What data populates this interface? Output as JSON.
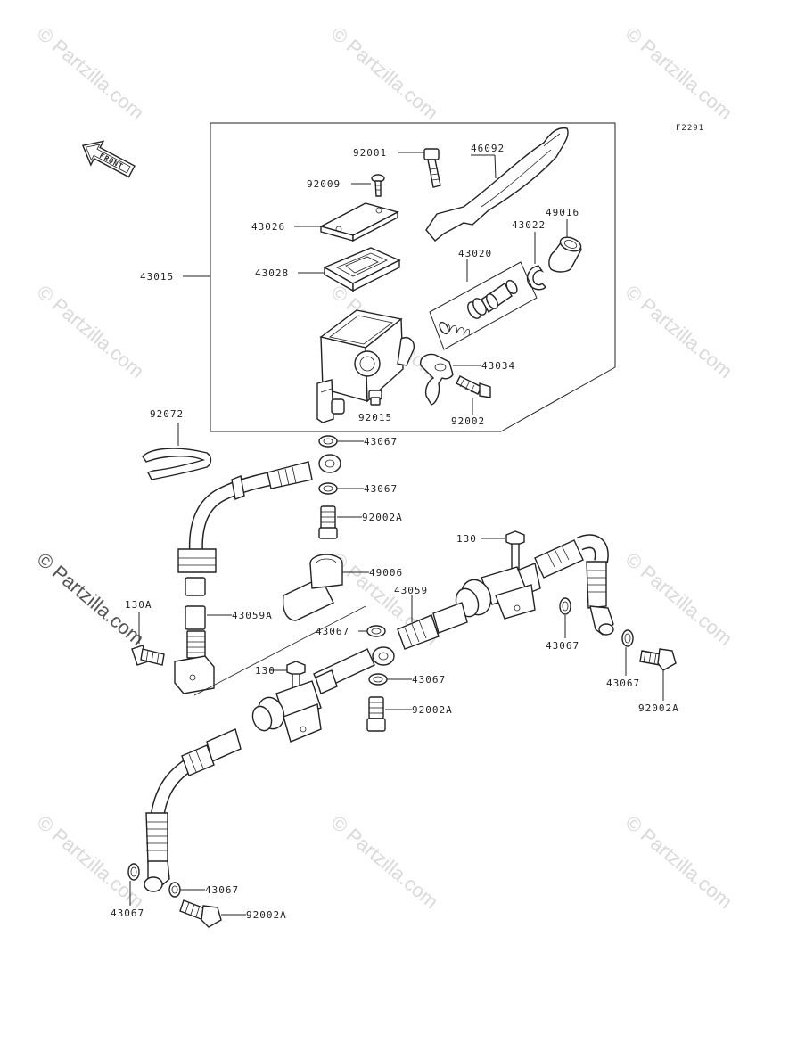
{
  "watermarks": [
    "© Partzilla.com"
  ],
  "diagram_code": "F2291",
  "front_label": "FRONT",
  "labels": {
    "l92001": "92001",
    "l46092": "46092",
    "l92009": "92009",
    "l43026": "43026",
    "l43022": "43022",
    "l49016": "49016",
    "l43015": "43015",
    "l43028": "43028",
    "l43020": "43020",
    "l43034": "43034",
    "l92072": "92072",
    "l92015": "92015",
    "l92002": "92002",
    "l43067a": "43067",
    "l43067b": "43067",
    "l92002Aa": "92002A",
    "l130a": "130",
    "l49006": "49006",
    "l43059": "43059",
    "l130A": "130A",
    "l43059A": "43059A",
    "l43067c": "43067",
    "l43067d": "43067",
    "l130b": "130",
    "l43067e": "43067",
    "l92002Ab": "92002A",
    "l43067f": "43067",
    "l92002Ac": "92002A",
    "l43067g": "43067",
    "l43067h": "43067",
    "l92002Ad": "92002A"
  }
}
